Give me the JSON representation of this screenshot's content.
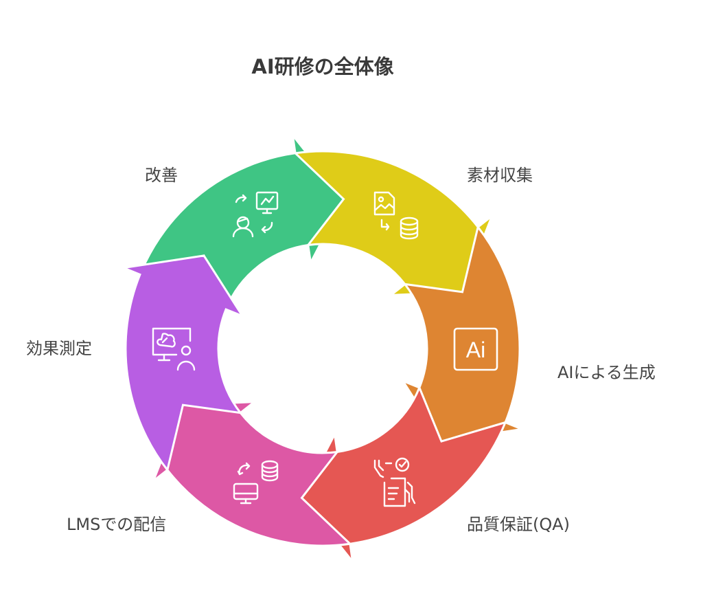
{
  "title": "AI研修の全体像",
  "steps": [
    {
      "label": "改善",
      "color": "#3FC584",
      "icon": "improvement-cycle-icon"
    },
    {
      "label": "素材収集",
      "color": "#DFCC18",
      "icon": "image-to-database-icon"
    },
    {
      "label": "AIによる生成",
      "color": "#DE8532",
      "icon": "ai-logo-icon",
      "icon_text": "Ai"
    },
    {
      "label": "品質保証(QA)",
      "color": "#E55753",
      "icon": "checklist-document-icon"
    },
    {
      "label": "LMSでの配信",
      "color": "#DD58A5",
      "icon": "monitor-database-sync-icon"
    },
    {
      "label": "効果測定",
      "color": "#B85EE3",
      "icon": "presentation-analytics-icon"
    }
  ]
}
